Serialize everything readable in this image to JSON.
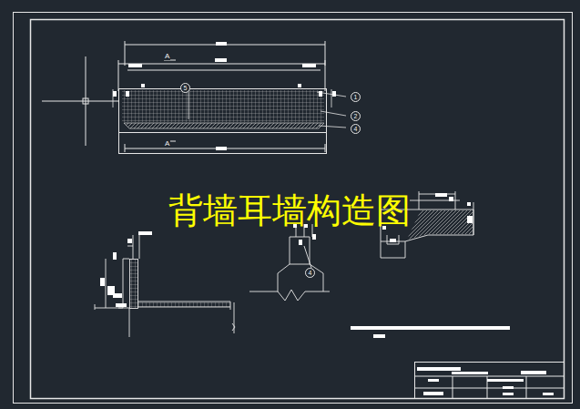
{
  "diagram": {
    "title": "背墙耳墙构造图",
    "nodes": [
      {
        "text": [
          "5"
        ]
      },
      {
        "text": [
          "1"
        ]
      },
      {
        "text": [
          "2"
        ]
      },
      {
        "text": [
          "4"
        ]
      },
      {
        "text": [
          "4"
        ]
      }
    ],
    "labels": [
      "A",
      "A"
    ]
  }
}
